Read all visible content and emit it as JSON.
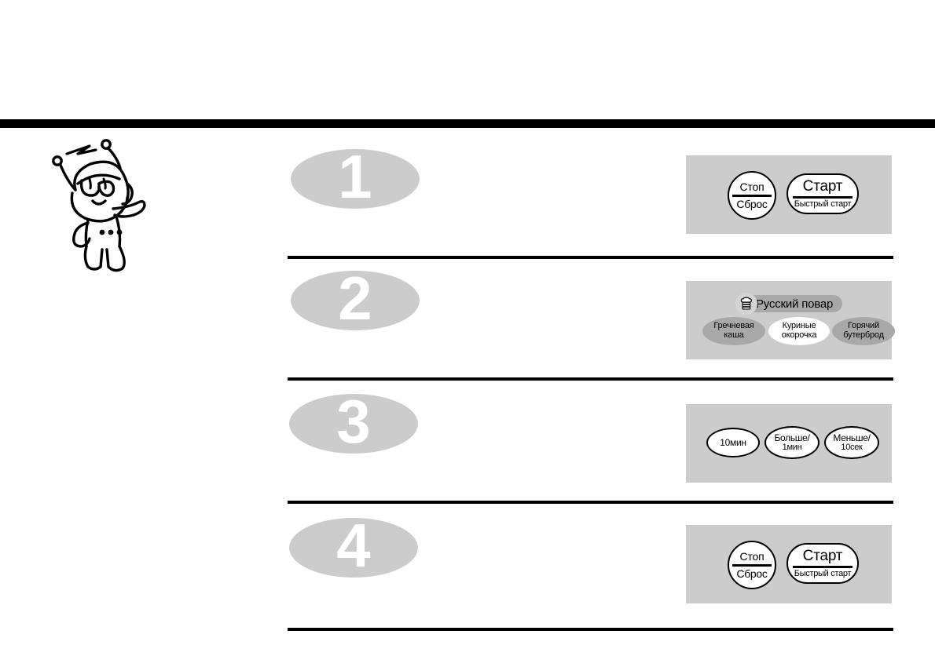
{
  "page": {
    "background": "#ffffff",
    "rule_color": "#000000",
    "panel_color": "#cccccc",
    "numeral_color": "#cccccc",
    "accent_gray": "#a8a8a8"
  },
  "mascot": {
    "name": "robot-chef-mascot",
    "description": "cartoon character with antennae, goggles and lightning bolt"
  },
  "steps": [
    {
      "numeral": "1",
      "panel": {
        "name": "control-panel-step-1",
        "buttons": [
          {
            "type": "stop-reset",
            "top": "Стоп",
            "bottom": "Сброс"
          },
          {
            "type": "start-quickstart",
            "top": "Старт",
            "bottom": "Быстрый старт"
          }
        ]
      }
    },
    {
      "numeral": "2",
      "panel": {
        "name": "control-panel-step-2",
        "menu": {
          "icon": "chef-hat-icon",
          "label": "Русский повар"
        },
        "food_buttons": [
          {
            "line1": "Гречневая",
            "line2": "каша",
            "selected": false
          },
          {
            "line1": "Куриные",
            "line2": "окорочка",
            "selected": true
          },
          {
            "line1": "Горячий",
            "line2": "бутерброд",
            "selected": false
          }
        ]
      }
    },
    {
      "numeral": "3",
      "panel": {
        "name": "control-panel-step-3",
        "time_buttons": [
          {
            "line1": "10мин",
            "line2": ""
          },
          {
            "line1": "Больше/",
            "line2": "1мин"
          },
          {
            "line1": "Меньше/",
            "line2": "10сек"
          }
        ]
      }
    },
    {
      "numeral": "4",
      "panel": {
        "name": "control-panel-step-4",
        "buttons": [
          {
            "type": "stop-reset",
            "top": "Стоп",
            "bottom": "Сброс"
          },
          {
            "type": "start-quickstart",
            "top": "Старт",
            "bottom": "Быстрый старт"
          }
        ]
      }
    }
  ]
}
